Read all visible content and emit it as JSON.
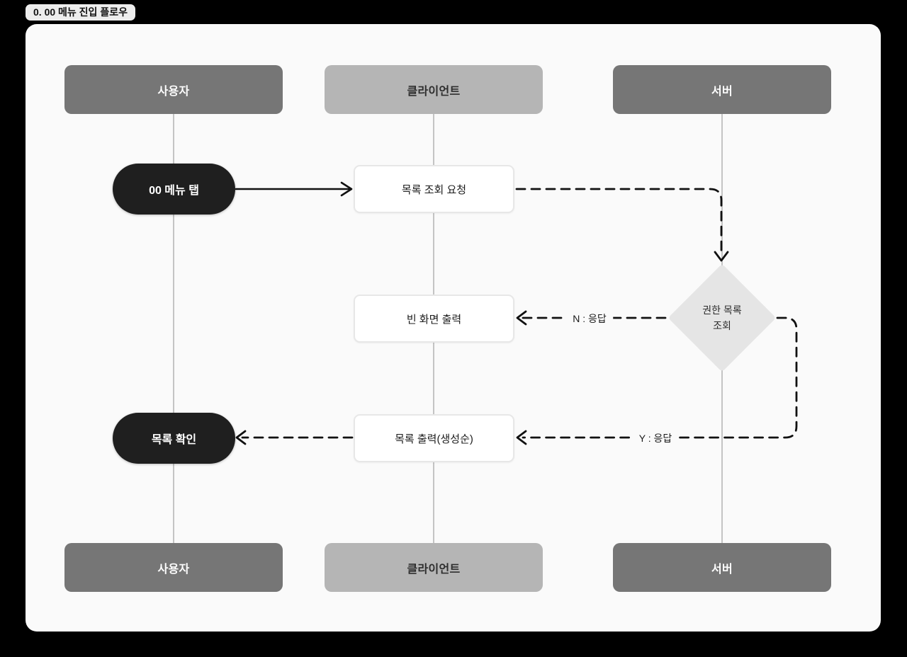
{
  "title_badge": {
    "label": "0. 00 메뉴 진입 플로우"
  },
  "colors": {
    "page_background": "#000000",
    "canvas_background": "#fafafa",
    "lane_dark": "#767676",
    "lane_light": "#b5b5b5",
    "node_black": "#1f1f1f",
    "diamond_fill": "#e5e5e5",
    "lifeline": "#c4c4c4",
    "edge_stroke": "#111111"
  },
  "lanes": {
    "items": [
      {
        "id": "user",
        "label": "사용자",
        "variant": "dark"
      },
      {
        "id": "client",
        "label": "클라이언트",
        "variant": "light"
      },
      {
        "id": "server",
        "label": "서버",
        "variant": "dark"
      }
    ]
  },
  "nodes": {
    "menu_tap": {
      "label": "00 메뉴 탭",
      "shape": "pill",
      "lane": "user"
    },
    "list_request": {
      "label": "목록 조회 요청",
      "shape": "box",
      "lane": "client"
    },
    "permission_check": {
      "line1": "권한 목록",
      "line2": "조회",
      "shape": "diamond",
      "lane": "server"
    },
    "empty_screen": {
      "label": "빈 화면 출력",
      "shape": "box",
      "lane": "client"
    },
    "list_output": {
      "label": "목록 출력(생성순)",
      "shape": "box",
      "lane": "client"
    },
    "list_confirm": {
      "label": "목록 확인",
      "shape": "pill",
      "lane": "user"
    }
  },
  "edges": [
    {
      "from": "menu_tap",
      "to": "list_request",
      "style": "solid",
      "label": ""
    },
    {
      "from": "list_request",
      "to": "permission_check",
      "style": "dashed",
      "label": ""
    },
    {
      "from": "permission_check",
      "to": "empty_screen",
      "style": "dashed",
      "label": "N : 응답"
    },
    {
      "from": "permission_check",
      "to": "list_output",
      "style": "dashed",
      "label": "Y : 응답"
    },
    {
      "from": "list_output",
      "to": "list_confirm",
      "style": "dashed",
      "label": ""
    }
  ]
}
